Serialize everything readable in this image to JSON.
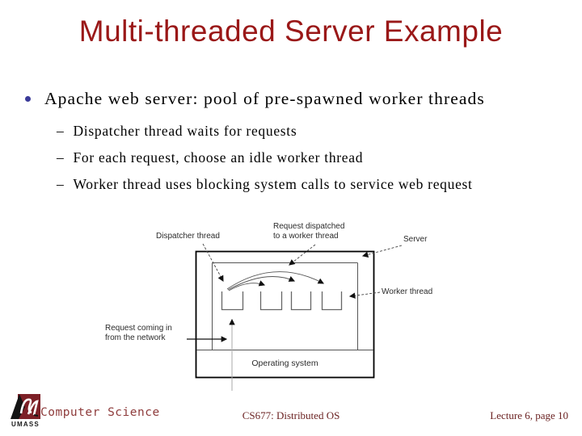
{
  "slide": {
    "title": "Multi-threaded Server Example",
    "bullet": "Apache web server: pool of pre-spawned worker threads",
    "sub_marker": "–",
    "sub_bullets": [
      "Dispatcher thread waits for requests",
      "For each request, choose an idle worker thread",
      "Worker thread uses blocking system calls to service web request"
    ]
  },
  "diagram": {
    "labels": {
      "dispatcher": "Dispatcher thread",
      "dispatched_line1": "Request dispatched",
      "dispatched_line2": "to a worker thread",
      "server": "Server",
      "worker": "Worker thread",
      "incoming_line1": "Request coming in",
      "incoming_line2": "from the network",
      "os": "Operating system"
    }
  },
  "footer": {
    "logo_text": "UMASS",
    "department": "Computer Science",
    "course": "CS677: Distributed OS",
    "page": "Lecture 6, page 10"
  },
  "colors": {
    "title_red": "#9a1818",
    "bullet_dot_blue": "#3b3b99",
    "footer_maroon": "#6b2222",
    "dept_maroon": "#8e3b3b",
    "logo_maroon": "#7d2027"
  }
}
